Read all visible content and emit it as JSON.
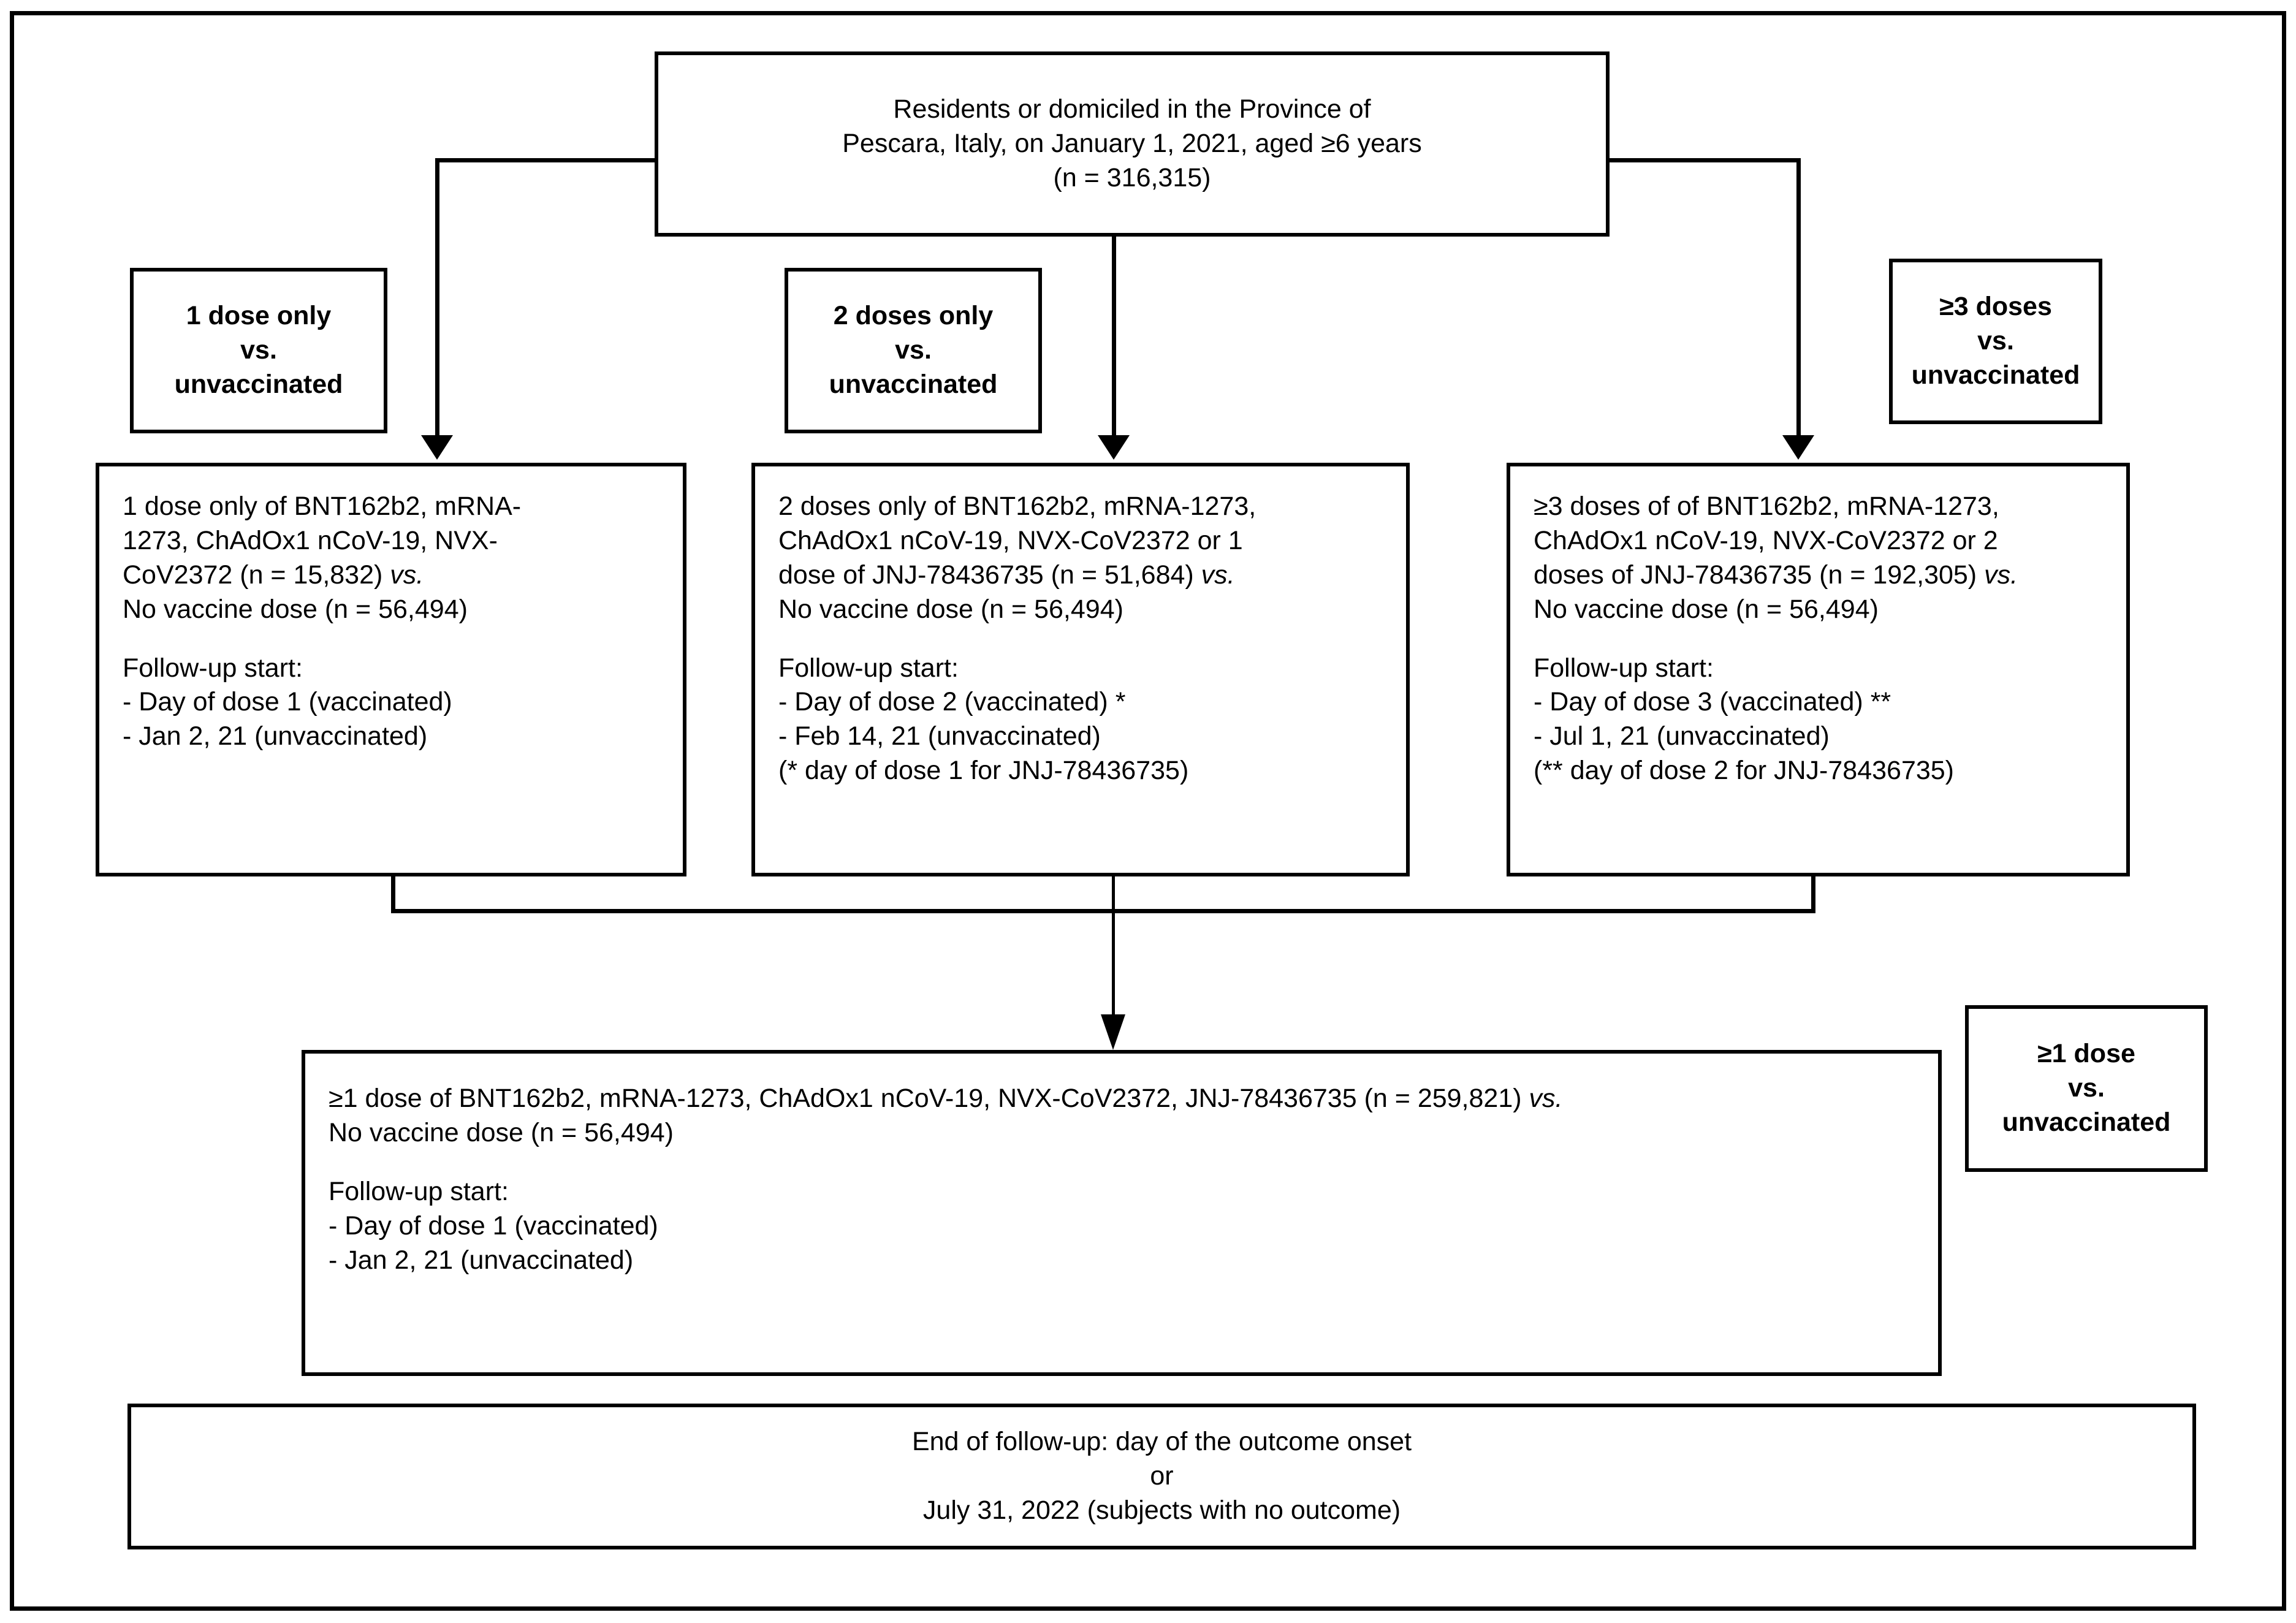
{
  "diagram": {
    "title_box": {
      "lines": [
        "Residents or domiciled in the Province of",
        "Pescara, Italy, on January 1, 2021, aged ≥6 years",
        "(n = 316,315)"
      ]
    },
    "labels": {
      "one_dose": {
        "l1": "1 dose only",
        "l2": "vs.",
        "l3": "unvaccinated"
      },
      "two_doses": {
        "l1": "2 doses only",
        "l2": "vs.",
        "l3": "unvaccinated"
      },
      "three_doses": {
        "l1": "≥3 doses",
        "l2": "vs.",
        "l3": "unvaccinated"
      },
      "one_plus": {
        "l1": "≥1 dose",
        "l2": "vs.",
        "l3": "unvaccinated"
      }
    },
    "arm_one_dose": {
      "d1": "1 dose only of BNT162b2, mRNA-",
      "d2": "1273, ChAdOx1 nCoV-19, NVX-",
      "d3a": "CoV2372 (n = 15,832) ",
      "d3b": "vs.",
      "d4": "No vaccine dose (n = 56,494)",
      "f0": "Follow-up start:",
      "f1": "- Day of dose 1 (vaccinated)",
      "f2": "- Jan 2, 21 (unvaccinated)"
    },
    "arm_two_doses": {
      "d1": "2 doses only of BNT162b2, mRNA-1273,",
      "d2": "ChAdOx1 nCoV-19, NVX-CoV2372 or 1",
      "d3a": "dose of JNJ-78436735 (n = 51,684) ",
      "d3b": "vs.",
      "d4": "No vaccine dose (n = 56,494)",
      "f0": "Follow-up start:",
      "f1": "- Day of dose 2 (vaccinated) *",
      "f2": "- Feb 14, 21 (unvaccinated)",
      "f3": "(* day of dose 1 for JNJ-78436735)"
    },
    "arm_three_doses": {
      "d1": "≥3 doses of of BNT162b2, mRNA-1273,",
      "d2": "ChAdOx1 nCoV-19, NVX-CoV2372 or 2",
      "d3a": "doses of JNJ-78436735 (n = 192,305) ",
      "d3b": "vs.",
      "d4": "No vaccine dose (n = 56,494)",
      "f0": "Follow-up start:",
      "f1": "- Day of dose 3 (vaccinated) **",
      "f2": "- Jul 1, 21 (unvaccinated)",
      "f3": "(** day of dose 2 for JNJ-78436735)"
    },
    "arm_one_plus": {
      "d1a": "≥1 dose of BNT162b2, mRNA-1273, ChAdOx1 nCoV-19, NVX-CoV2372, JNJ-78436735 (n = 259,821) ",
      "d1b": "vs.",
      "d2": "No vaccine dose (n = 56,494)",
      "f0": "Follow-up start:",
      "f1": "- Day of dose 1 (vaccinated)",
      "f2": "- Jan 2, 21 (unvaccinated)"
    },
    "end_box": {
      "l1": "End of follow-up: day of the outcome onset",
      "l2": "or",
      "l3": "July 31, 2022 (subjects with no outcome)"
    },
    "colors": {
      "line": "#000000",
      "background": "#ffffff",
      "text": "#000000"
    }
  }
}
